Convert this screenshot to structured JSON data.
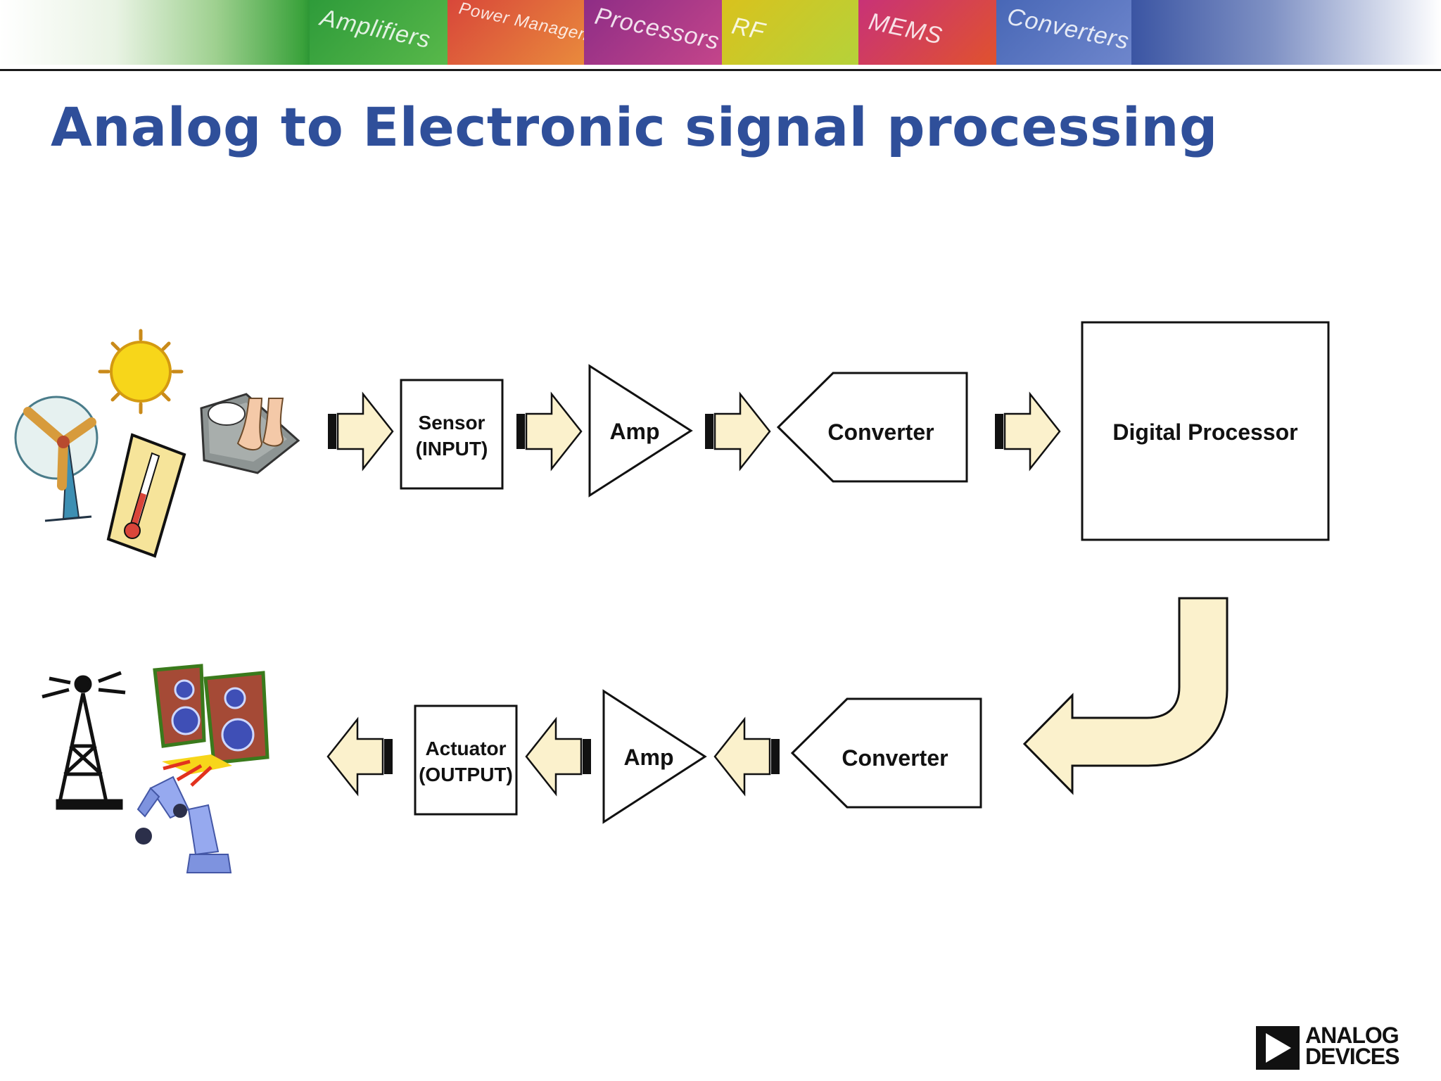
{
  "header": {
    "tiles": [
      "Amplifiers",
      "Power Management",
      "Processors",
      "RF",
      "MEMS",
      "Converters"
    ],
    "colors": [
      "#2e9b3a",
      "#d8473a",
      "#8e2d86",
      "#d9c21d",
      "#c83277",
      "#4867b6"
    ]
  },
  "title": "Analog to Electronic signal processing",
  "input_chain": {
    "sensor": [
      "Sensor",
      "(INPUT)"
    ],
    "amp": "Amp",
    "converter": "Converter",
    "processor": "Digital Processor"
  },
  "output_chain": {
    "converter": "Converter",
    "amp": "Amp",
    "actuator": [
      "Actuator",
      "(OUTPUT)"
    ]
  },
  "logo": {
    "line1": "ANALOG",
    "line2": "DEVICES"
  },
  "colors": {
    "title": "#2f4f9a",
    "arrow_fill": "#fbf1cc",
    "line": "#111111"
  },
  "icons": {
    "inputs": [
      "wind-turbine-icon",
      "sun-icon",
      "thermometer-icon",
      "bathroom-scale-icon"
    ],
    "outputs": [
      "radio-tower-icon",
      "speakers-icon",
      "robot-arm-icon"
    ]
  }
}
